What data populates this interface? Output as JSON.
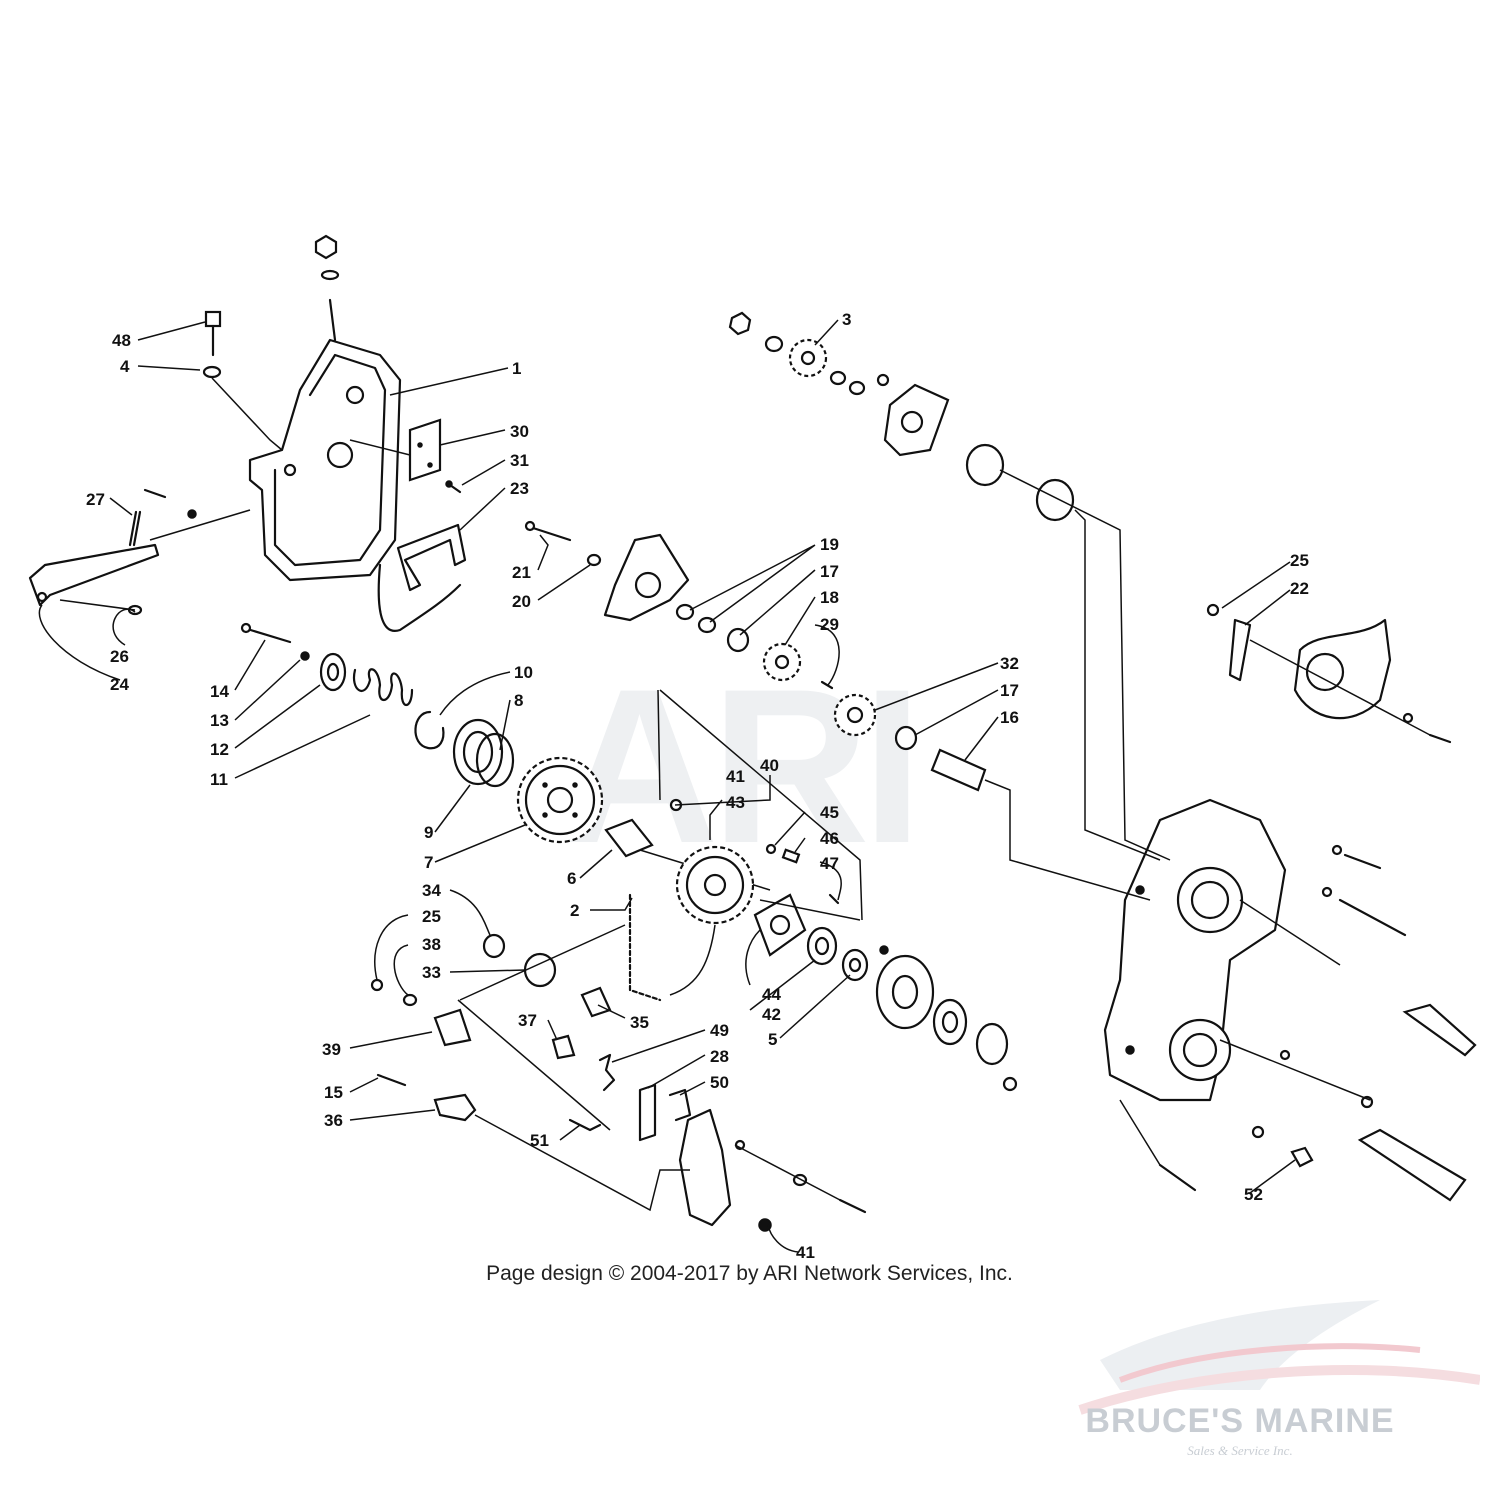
{
  "watermark": {
    "ari_text": "ARI",
    "company_name": "BRUCE'S MARINE",
    "company_tagline": "Sales & Service Inc."
  },
  "footer": {
    "copyright": "Page design © 2004-2017 by ARI Network Services, Inc."
  },
  "callouts": [
    "48",
    "4",
    "1",
    "30",
    "31",
    "23",
    "27",
    "26",
    "24",
    "21",
    "20",
    "19",
    "17",
    "18",
    "29",
    "3",
    "14",
    "13",
    "12",
    "11",
    "10",
    "8",
    "9",
    "7",
    "6",
    "32",
    "17",
    "16",
    "40",
    "41",
    "43",
    "45",
    "46",
    "47",
    "2",
    "34",
    "25",
    "38",
    "33",
    "35",
    "44",
    "42",
    "5",
    "39",
    "37",
    "49",
    "28",
    "50",
    "15",
    "36",
    "51",
    "41",
    "25",
    "22",
    "52"
  ]
}
